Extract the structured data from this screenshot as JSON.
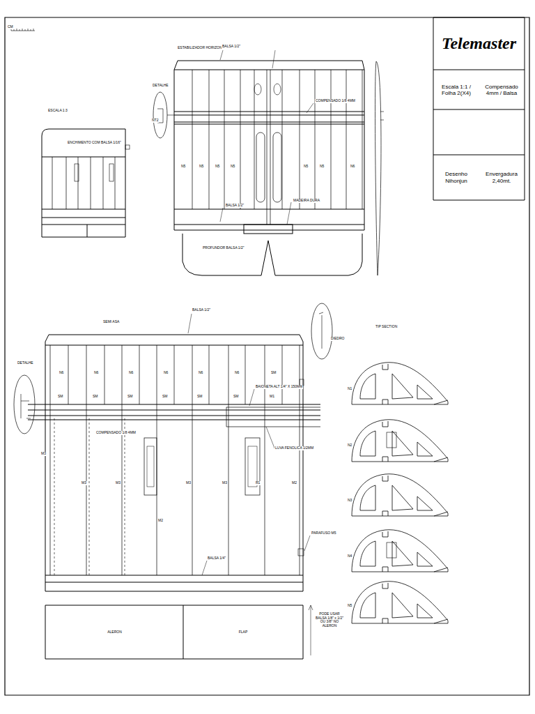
{
  "diagram": {
    "title": "Telemaster",
    "nodes": [
      {
        "text": [
          "Escala 1:1 / Folha 2(X4)"
        ]
      },
      {
        "text": [
          "Compensado 4mm / Balsa"
        ]
      },
      {
        "text": [
          "Desenho Nihonjun"
        ]
      },
      {
        "text": [
          "Envergadura 2,40mt."
        ]
      },
      {
        "text": [
          "ALERON"
        ]
      },
      {
        "text": [
          "FLAP"
        ]
      }
    ],
    "labels": [
      "CM",
      "ESTABILIZADOR HORIZONTAL",
      "BALSA 1/2\"",
      "DETALHE",
      "NT2",
      "COMPENSADO 1/8 4MM",
      "BALSA 1/2\"",
      "MADEIRA DURA",
      "PROFUNDOR BALSA 1/2\"",
      "ESCALA 1:3",
      "ENCHIMENTO COM BALSA 1/16\"",
      "SEMI ASA",
      "BALSA 1/2\"",
      "DETALHE",
      "DIEDRO",
      "TIP SECTION",
      "BAIONETA ALT 1/4\" X 150MM",
      "COMPENSADO 1/8 4MM",
      "LUVA FENOLICA 1/2MM",
      "PARAFUSO M5",
      "BALSA 1/4\"",
      "PODE USAR BALSA 1/8\" x 1/2\" OU 3/8\" NO ALERON",
      "N1",
      "N2",
      "N3",
      "N4",
      "N5",
      "N5",
      "N5",
      "N5",
      "N5",
      "N5",
      "N5",
      "N6",
      "N6",
      "N6",
      "N6",
      "N6",
      "N6",
      "N6",
      "SM",
      "SM",
      "SM",
      "SM",
      "SM",
      "SM",
      "SM",
      "M1",
      "M3",
      "M3",
      "M3",
      "M3",
      "M3",
      "R1",
      "M2",
      "M2"
    ]
  }
}
